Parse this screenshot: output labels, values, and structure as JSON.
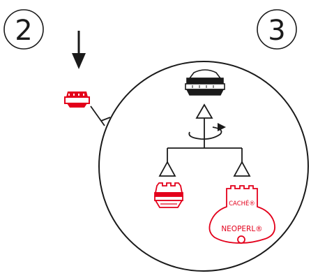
{
  "steps": {
    "left_number": "2",
    "right_number": "3"
  },
  "tool": {
    "top_text": "CACHÉ®",
    "brand_text": "NEOPERL®"
  },
  "colors": {
    "stroke": "#1a1a1a",
    "accent_red": "#e3001b",
    "background": "#ffffff"
  },
  "icons": {
    "down_arrow": "arrow-down-icon",
    "rotation": "rotate-arrow-icon",
    "aerator": "aerator-icon",
    "key_tool": "cache-key-tool-icon"
  }
}
